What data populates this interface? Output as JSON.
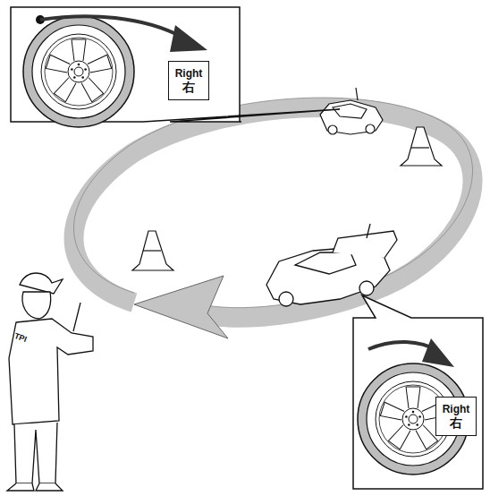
{
  "diagram": {
    "nodes": [
      {
        "text": [
          "Right",
          "右"
        ]
      },
      {
        "text": [
          "Right",
          "右"
        ]
      }
    ],
    "labels": [
      "TPI"
    ]
  }
}
